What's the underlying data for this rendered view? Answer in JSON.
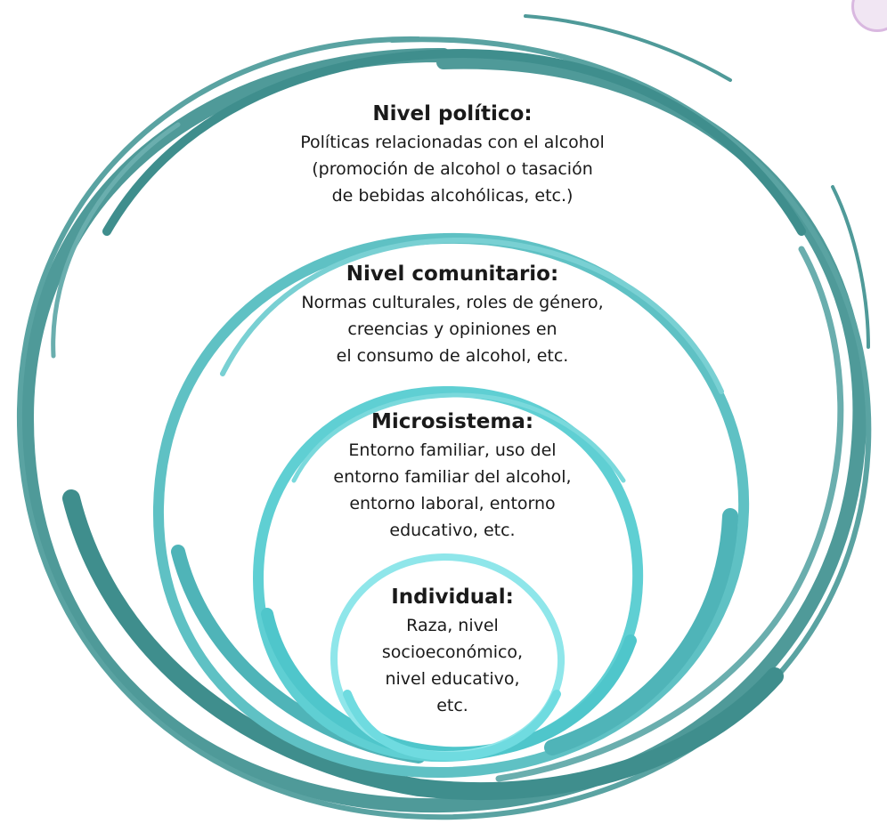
{
  "colors": {
    "outer_ring": "#4f9a99",
    "outer_ring_light": "#6aaeae",
    "community_ring": "#5fc1c4",
    "micro_ring": "#5fcfd3",
    "inner_ring": "#8fe6ea",
    "text": "#1a1a1a"
  },
  "levels": [
    {
      "key": "politico",
      "title": "Nivel político:",
      "lines": [
        "Políticas relacionadas con el alcohol",
        "(promoción de alcohol o tasación",
        "de bebidas alcohólicas, etc.)"
      ]
    },
    {
      "key": "comunitario",
      "title": "Nivel comunitario:",
      "lines": [
        "Normas culturales, roles de género,",
        "creencias y opiniones en",
        "el consumo de alcohol, etc."
      ]
    },
    {
      "key": "micro",
      "title": "Microsistema:",
      "lines": [
        "Entorno familiar, uso del",
        "entorno familiar del alcohol,",
        "entorno laboral, entorno",
        "educativo, etc."
      ]
    },
    {
      "key": "individual",
      "title": "Individual:",
      "lines": [
        "Raza, nivel",
        "socioeconómico,",
        "nivel educativo,",
        "etc."
      ]
    }
  ]
}
